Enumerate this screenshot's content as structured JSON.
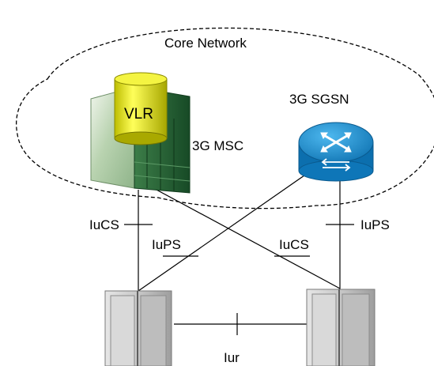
{
  "diagram": {
    "core_network_label": "Core Network",
    "vlr_label": "VLR",
    "msc_label": "3G MSC",
    "sgsn_label": "3G SGSN",
    "links": {
      "msc_iucs": "IuCS",
      "sgsn_iups": "IuPS",
      "cross_iups": "IuPS",
      "cross_iucs": "IuCS",
      "iur": "Iur"
    }
  },
  "colors": {
    "vlr_cylinder": "#e6e600",
    "msc_cabinet": "#2f6b3c",
    "router": "#1a8fd0",
    "rnc_cabinet": "#c8c8c8"
  }
}
